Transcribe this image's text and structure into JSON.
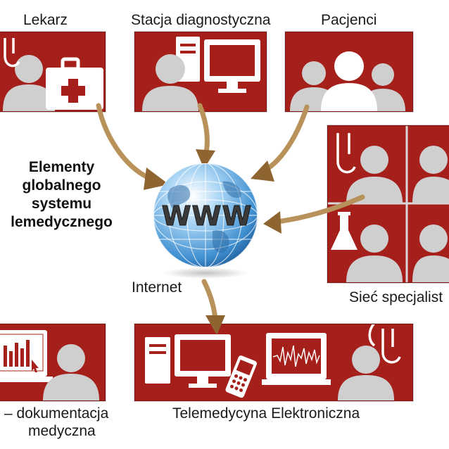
{
  "labels": {
    "lekarz": "Lekarz",
    "stacja": "Stacja diagnostyczna",
    "pacjenci": "Pacjenci",
    "siec": "Sieć specjalist",
    "internet": "Internet",
    "dokumentacja_1": "– dokumentacja",
    "dokumentacja_2": "medyczna",
    "telemedycyna": "Telemedycyna Elektroniczna"
  },
  "title": {
    "line1": "Elementy",
    "line2": "globalnego",
    "line3": "systemu",
    "line4": "lemedycznego"
  },
  "globe": {
    "text": "WWW"
  },
  "colors": {
    "panel": "#a5201a",
    "figure": "#cfcfcf",
    "arrow": "#b8925a",
    "globe": "#3f8fd0"
  },
  "icons": [
    "person-icon",
    "stethoscope-icon",
    "medical-kit-icon",
    "computer-icon",
    "monitor-icon",
    "flask-icon",
    "bar-chart-icon",
    "phone-icon",
    "ecg-monitor-icon",
    "globe-icon"
  ]
}
